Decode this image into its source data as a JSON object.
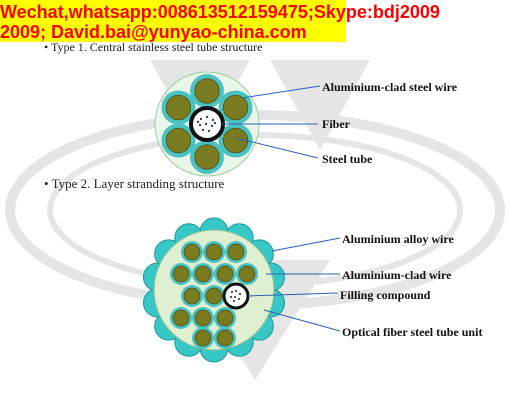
{
  "banner": {
    "line1": "Wechat,whatsapp:008613512159475;Skype:bdj2009",
    "line2": "2009; David.bai@yunyao-china.com",
    "background": "#ffff00",
    "text_color": "#ff0000"
  },
  "type1": {
    "caption": "• Type 1. Central stainless steel tube structure",
    "labels": {
      "wire": "Aluminium-clad steel wire",
      "fiber": "Fiber",
      "tube": "Steel tube"
    }
  },
  "type2": {
    "caption": "• Type 2. Layer stranding structure",
    "labels": {
      "alloy": "Aluminium alloy wire",
      "clad": "Aluminium-clad wire",
      "filling": "Filling compound",
      "unit": "Optical fiber steel tube unit"
    }
  },
  "colors": {
    "clad_wire": "#7a7a1f",
    "clad_ring": "#4ac2c2",
    "alloy_wire": "#38c7c7",
    "filling": "#dff0d2",
    "callout_line": "#2a5fb5"
  }
}
